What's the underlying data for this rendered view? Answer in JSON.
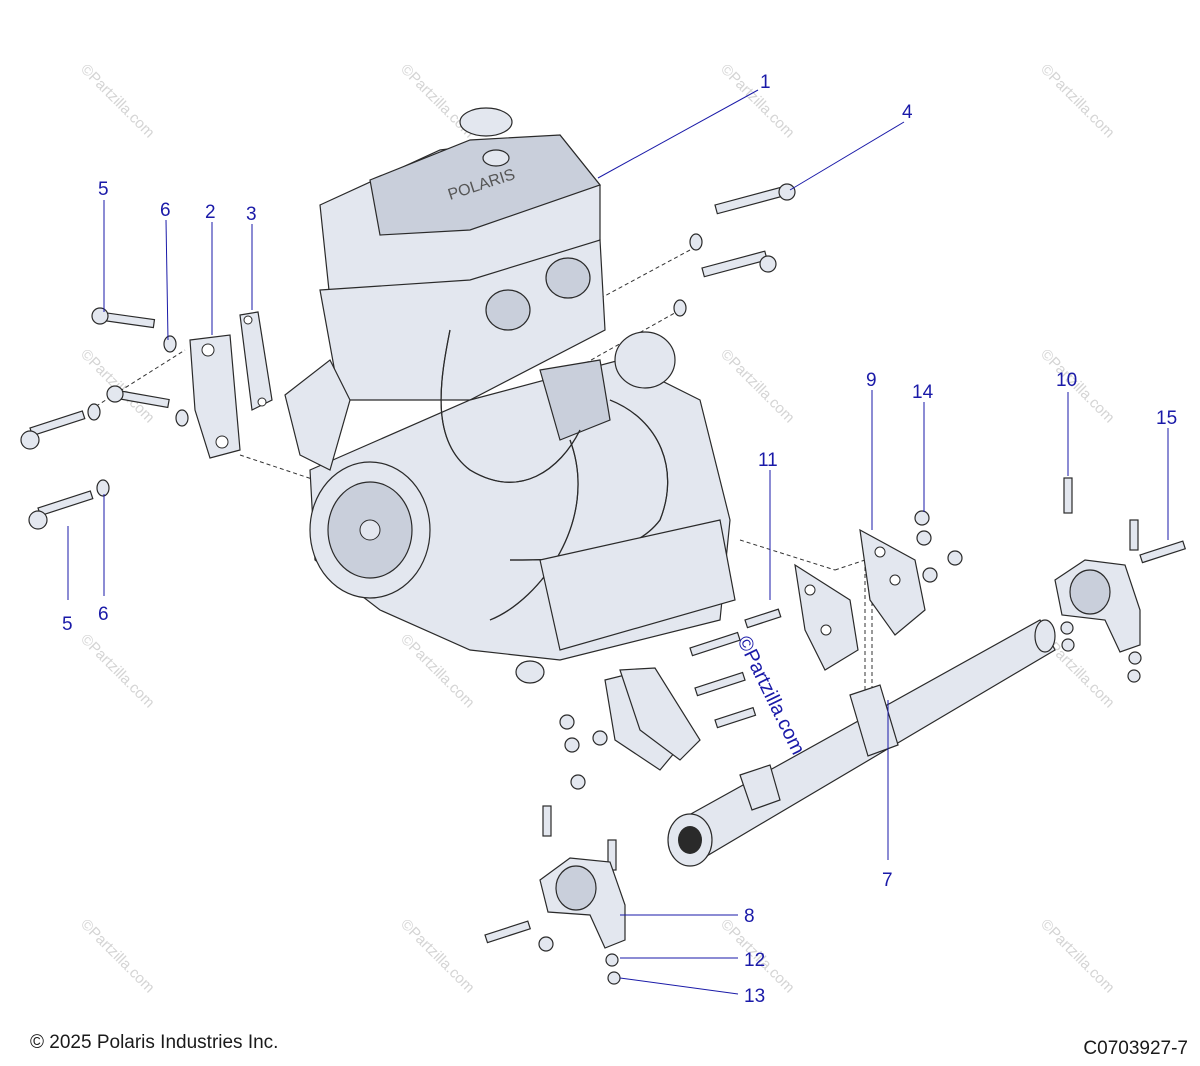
{
  "watermark": "©Partzilla.com",
  "center_watermark": "©Partzilla.com",
  "callouts": [
    "1",
    "2",
    "3",
    "4",
    "5",
    "5",
    "6",
    "6",
    "7",
    "8",
    "9",
    "10",
    "11",
    "12",
    "13",
    "14",
    "15"
  ],
  "footer": {
    "copyright": "© 2025 Polaris Industries Inc.",
    "diagram_code": "C0703927-7"
  },
  "colors": {
    "callout": "#1a1aa8",
    "part_fill": "#e3e7ef",
    "outline": "#2a2a2a"
  }
}
